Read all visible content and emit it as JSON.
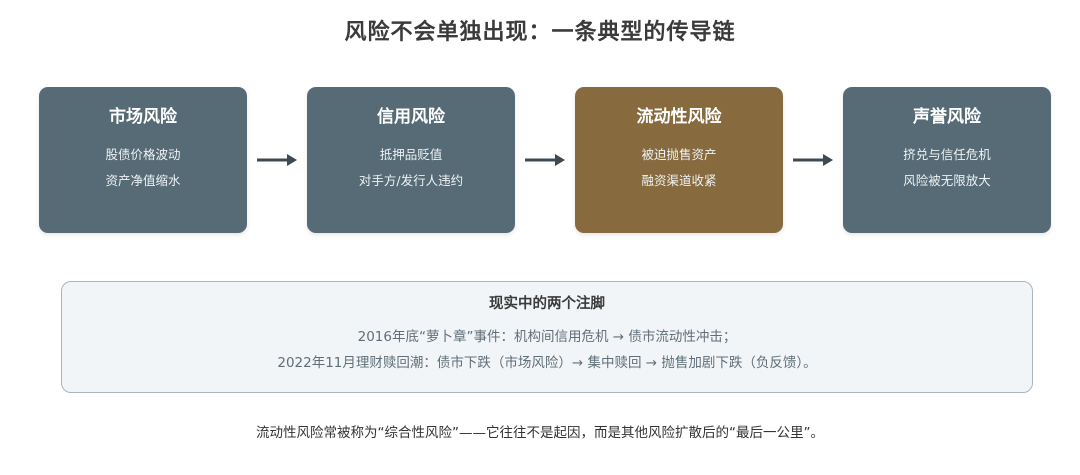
{
  "title": "风险不会单独出现：一条典型的传导链",
  "chain": [
    {
      "title": "市场风险",
      "lines": [
        "股债价格波动",
        "资产净值缩水"
      ]
    },
    {
      "title": "信用风险",
      "lines": [
        "抵押品贬值",
        "对手方/发行人违约"
      ]
    },
    {
      "title": "流动性风险",
      "lines": [
        "被迫抛售资产",
        "融资渠道收紧"
      ]
    },
    {
      "title": "声誉风险",
      "lines": [
        "挤兑与信任危机",
        "风险被无限放大"
      ]
    }
  ],
  "colors": {
    "card_default": "#566b76",
    "card_highlight": "#876a3d",
    "arrow": "#3d4a52"
  },
  "notes": {
    "title": "现实中的两个注脚",
    "lines": [
      "2016年底“萝卜章”事件：机构间信用危机 → 债市流动性冲击；",
      "2022年11月理财赎回潮：债市下跌（市场风险）→ 集中赎回 → 抛售加剧下跌（负反馈）。"
    ]
  },
  "footer": "流动性风险常被称为“综合性风险”——它往往不是起因，而是其他风险扩散后的“最后一公里”。"
}
